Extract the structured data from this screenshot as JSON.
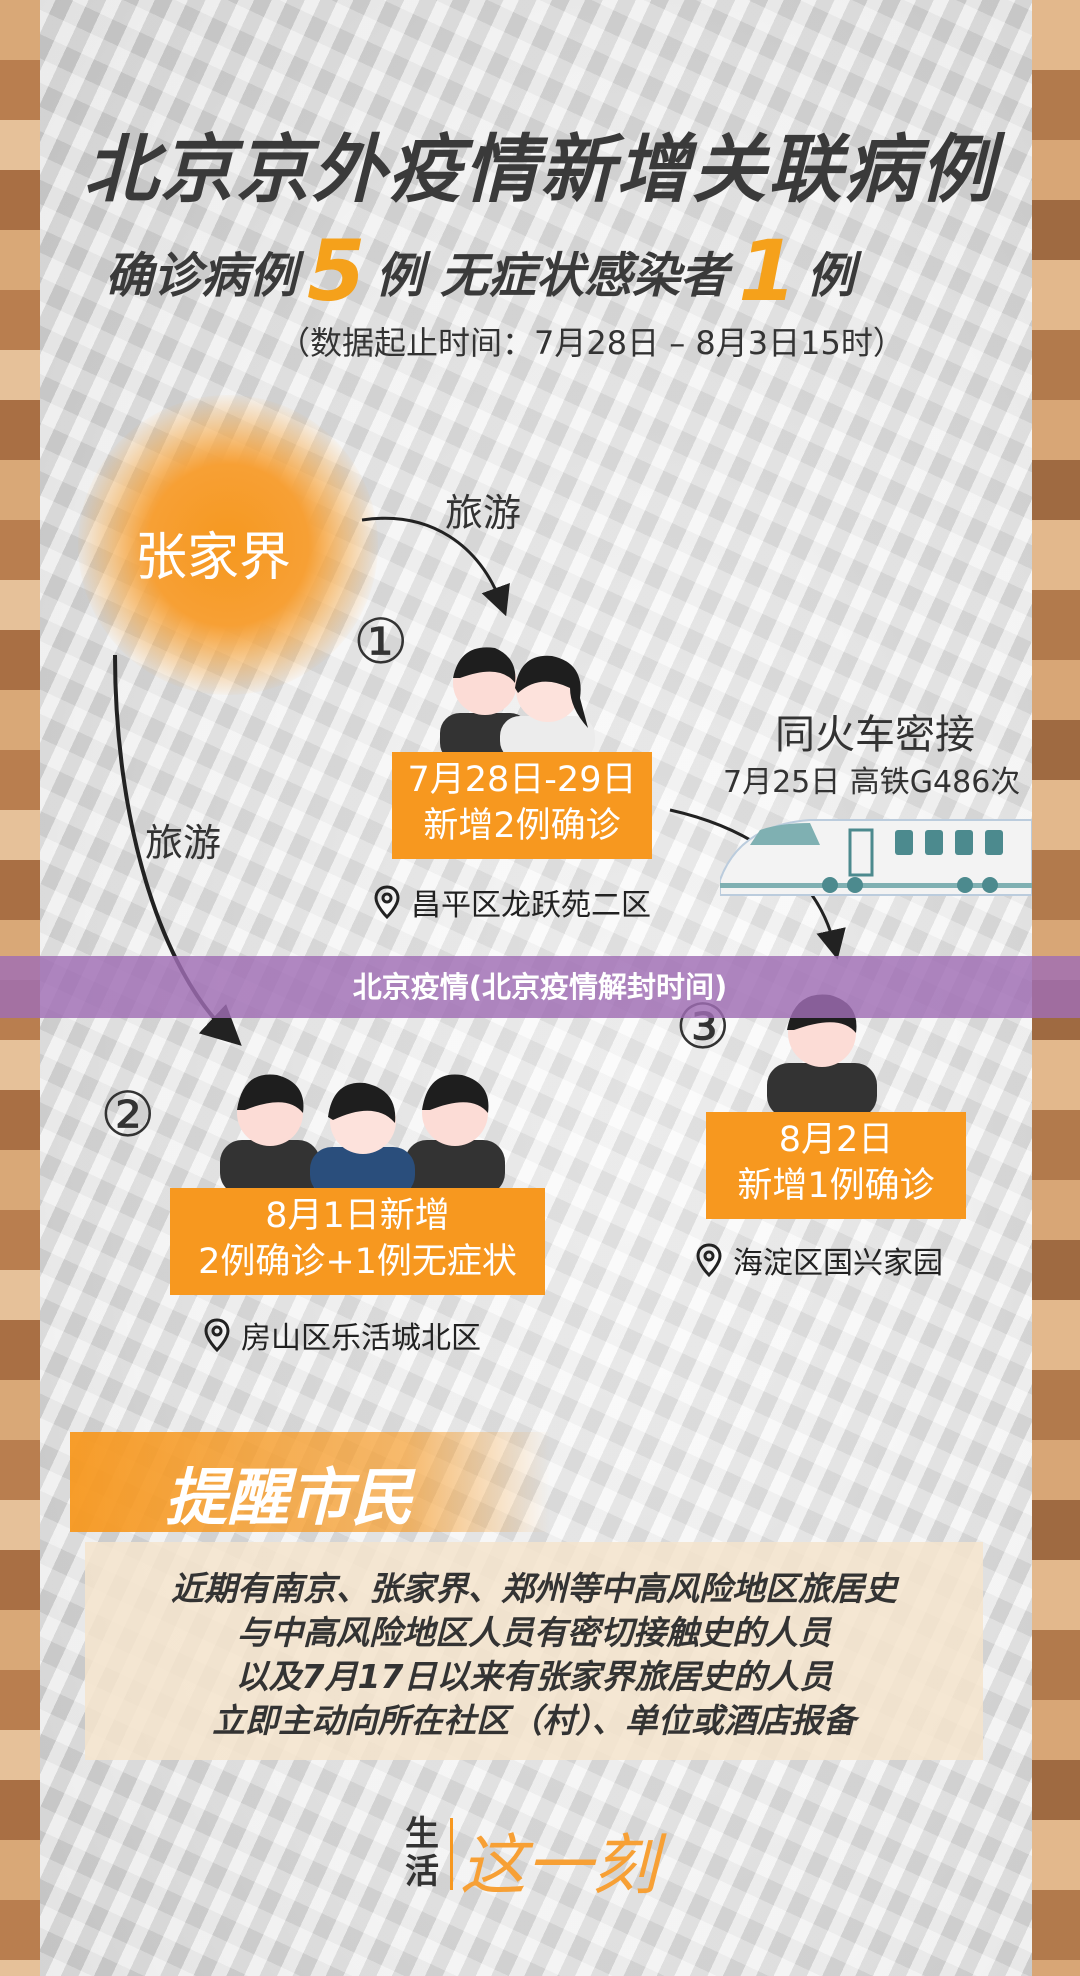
{
  "title": "北京京外疫情新增关联病例",
  "subtitle": {
    "part1": "确诊病例",
    "confirmed": "5",
    "part2": "例  无症状感染者",
    "asymptomatic": "1",
    "part3": "例"
  },
  "date_range": "（数据起止时间：7月28日 – 8月3日15时）",
  "origin": "张家界",
  "arrow_label_1": "旅游",
  "arrow_label_2": "旅游",
  "train": {
    "title": "同火车密接",
    "detail": "7月25日  高铁G486次"
  },
  "cases": [
    {
      "num": "①",
      "line1": "7月28日-29日",
      "line2": "新增2例确诊",
      "location": "昌平区龙跃苑二区"
    },
    {
      "num": "②",
      "line1": "8月1日新增",
      "line2": "2例确诊+1例无症状",
      "location": "房山区乐活城北区"
    },
    {
      "num": "③",
      "line1": "8月2日",
      "line2": "新增1例确诊",
      "location": "海淀区国兴家园"
    }
  ],
  "banner": "北京疫情(北京疫情解封时间)",
  "reminder": {
    "title": "提醒市民",
    "lines": [
      "近期有南京、张家界、郑州等中高风险地区旅居史",
      "与中高风险地区人员有密切接触史的人员",
      "以及7月17日以来有张家界旅居史的人员",
      "立即主动向所在社区（村）、单位或酒店报备"
    ]
  },
  "logo": {
    "sheng": "生",
    "huo": "活",
    "text": "这一刻"
  },
  "colors": {
    "accent": "#f7981f",
    "banner": "#a06eb4",
    "text": "#333333"
  }
}
